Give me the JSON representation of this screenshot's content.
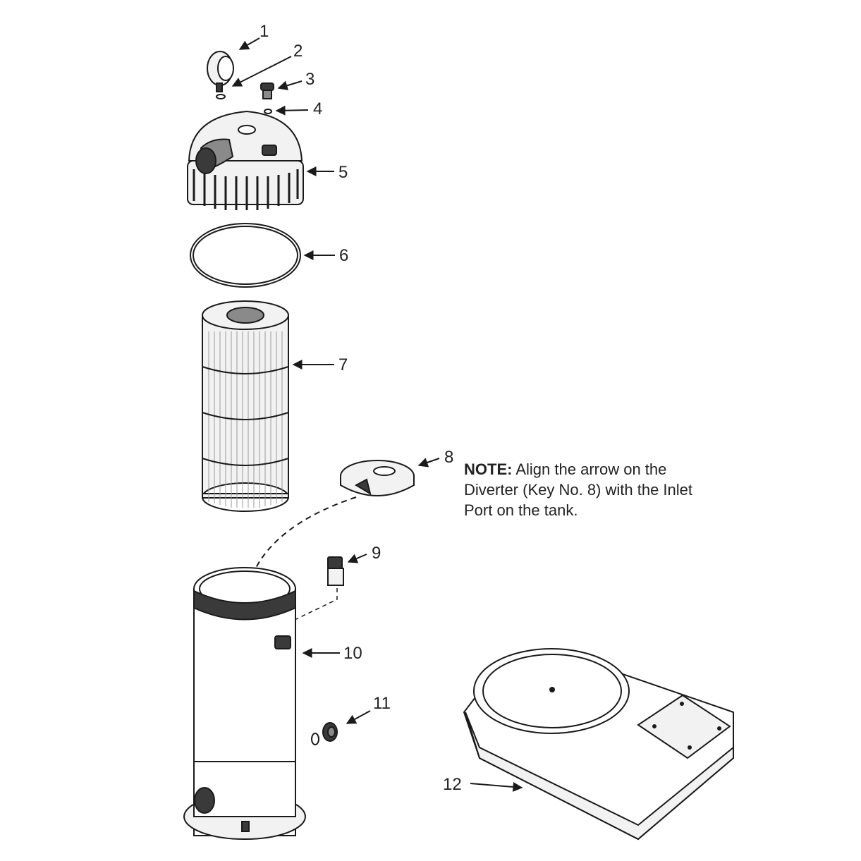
{
  "callouts": [
    {
      "key": "1"
    },
    {
      "key": "2"
    },
    {
      "key": "3"
    },
    {
      "key": "4"
    },
    {
      "key": "5"
    },
    {
      "key": "6"
    },
    {
      "key": "7"
    },
    {
      "key": "8"
    },
    {
      "key": "9"
    },
    {
      "key": "10"
    },
    {
      "key": "11"
    },
    {
      "key": "12"
    }
  ],
  "note": {
    "label": "NOTE:",
    "text": "Align the arrow on the Diverter (Key No. 8) with the Inlet Port on  the tank."
  },
  "colors": {
    "ink": "#1a1a1a",
    "shade": "#3a3a3a",
    "background": "#ffffff"
  }
}
